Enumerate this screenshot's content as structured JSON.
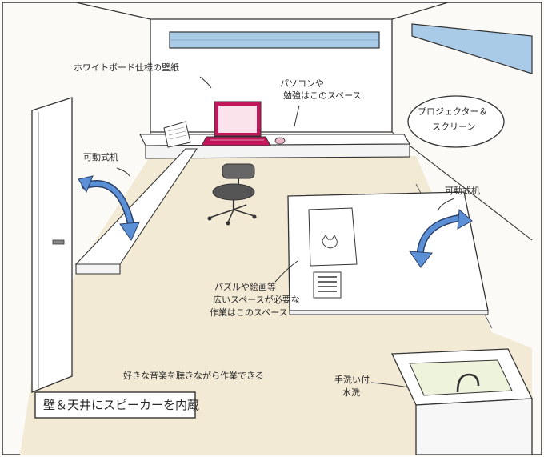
{
  "annotations": {
    "whiteboard_wallpaper": "ホワイトボード仕様の壁紙",
    "pc_space_line1": "パソコンや",
    "pc_space_line2": "勉強はこのスペース",
    "projector_line1": "プロジェクター＆",
    "projector_line2": "スクリーン",
    "movable_desk_left": "可動式机",
    "movable_desk_right": "可動式机",
    "wide_space_line1": "パズルや絵画等",
    "wide_space_line2": "広いスペースが必要な",
    "wide_space_line3": "作業はこのスペース",
    "music_caption": "好きな音楽を聴きながら作業できる",
    "speaker_box": "壁＆天井にスピーカーを内蔵",
    "sink_line1": "手洗い付",
    "sink_line2": "水洗"
  },
  "colors": {
    "floor": "#f3ead6",
    "wall": "#ffffff",
    "window_glass": "#a9cbe8",
    "laptop": "#c2185b",
    "arrow_blue": "#5b8fd6",
    "arrow_outline": "#2b3f66",
    "line": "#333333"
  }
}
